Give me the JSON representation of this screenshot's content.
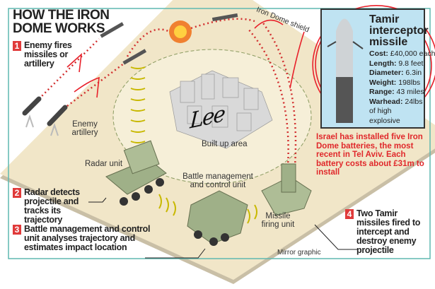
{
  "title": "HOW THE IRON DOME WORKS",
  "steps": [
    {
      "num": "1",
      "text": "Enemy fires missiles or artillery"
    },
    {
      "num": "2",
      "text": "Radar detects projectile and tracks its trajectory"
    },
    {
      "num": "3",
      "text": "Battle management and control unit analyses trajectory and estimates impact location"
    },
    {
      "num": "4",
      "text": "Two Tamir missiles fired to intercept and destroy enemy projectile"
    }
  ],
  "labels": {
    "enemy_artillery": "Enemy artillery",
    "iron_dome_shield": "Iron Dome shield",
    "built_up_area": "Built up area",
    "radar_unit": "Radar unit",
    "battle_unit": "Battle management and control unit",
    "missile_firing_unit": "Missile firing unit",
    "credit": "Mirror graphic"
  },
  "infobox": {
    "title": "Tamir interceptor missile",
    "specs": [
      {
        "k": "Cost:",
        "v": "£40,000 each"
      },
      {
        "k": "Length:",
        "v": "9.8 feet"
      },
      {
        "k": "Diameter:",
        "v": "6.3in"
      },
      {
        "k": "Weight:",
        "v": "198lbs"
      },
      {
        "k": "Range:",
        "v": "43 miles"
      },
      {
        "k": "Warhead:",
        "v": "24lbs of high explosive"
      }
    ]
  },
  "note": "Israel has installed five Iron Dome batteries, the most recent in Tel Aviv. Each battery costs about £31m to install",
  "handwritten_signature": "Lee",
  "colors": {
    "accent": "#e03a3a",
    "board": "#f1e6c8",
    "frame": "#5fb8b0",
    "vehicle": "#9fb088",
    "annotation": "#e8202a"
  }
}
